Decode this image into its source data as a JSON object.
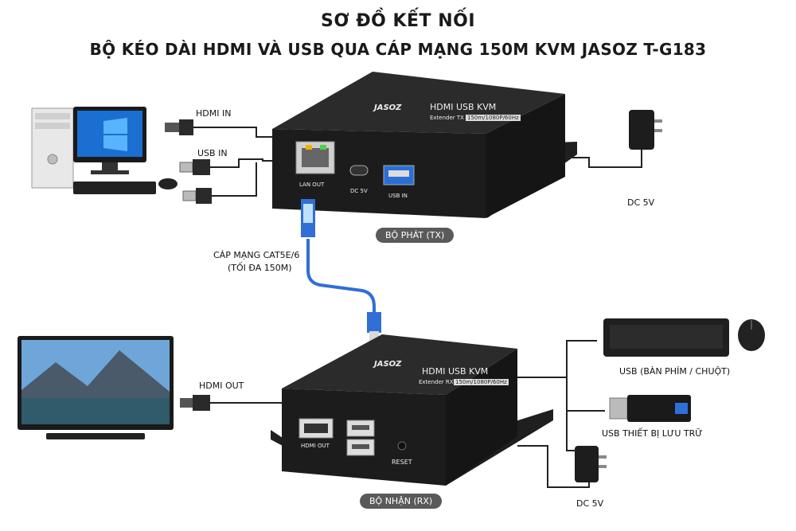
{
  "title": "SƠ ĐỒ KẾT NỐI",
  "subtitle": "BỘ KÉO DÀI HDMI VÀ USB QUA CÁP MẠNG 150M KVM JASOZ T-G183",
  "labels": {
    "hdmi_in": "HDMI IN",
    "usb_in": "USB IN",
    "dc5v_tx": "DC 5V",
    "cable_line1": "CÁP MẠNG CAT5E/6",
    "cable_line2": "(TỐI ĐA 150M)",
    "hdmi_out": "HDMI OUT",
    "usb_keyboard_mouse": "USB (BÀN PHÍM / CHUỘT)",
    "usb_storage": "USB THIẾT BỊ LƯU TRỮ",
    "dc5v_rx": "DC 5V"
  },
  "tags": {
    "tx": "BỘ PHÁT (TX)",
    "rx": "BỘ NHẬN (RX)"
  },
  "tx_device": {
    "brand": "JASOZ",
    "product": "HDMI USB KVM",
    "model": "Extender TX",
    "spec": "150m/1080P/60Hz",
    "port_lan": "LAN OUT",
    "port_dc": "DC 5V",
    "port_usb": "USB IN"
  },
  "rx_device": {
    "brand": "JASOZ",
    "product": "HDMI USB KVM",
    "model": "Extender RX",
    "spec": "150m/1080P/60Hz",
    "port_hdmi": "HDMI OUT",
    "port_reset": "RESET"
  },
  "colors": {
    "device_body": "#1c1c1c",
    "device_top": "#2a2a2a",
    "cable_blue": "#2f6fd6",
    "tag_bg": "#5a5a5a",
    "line": "#222222"
  }
}
